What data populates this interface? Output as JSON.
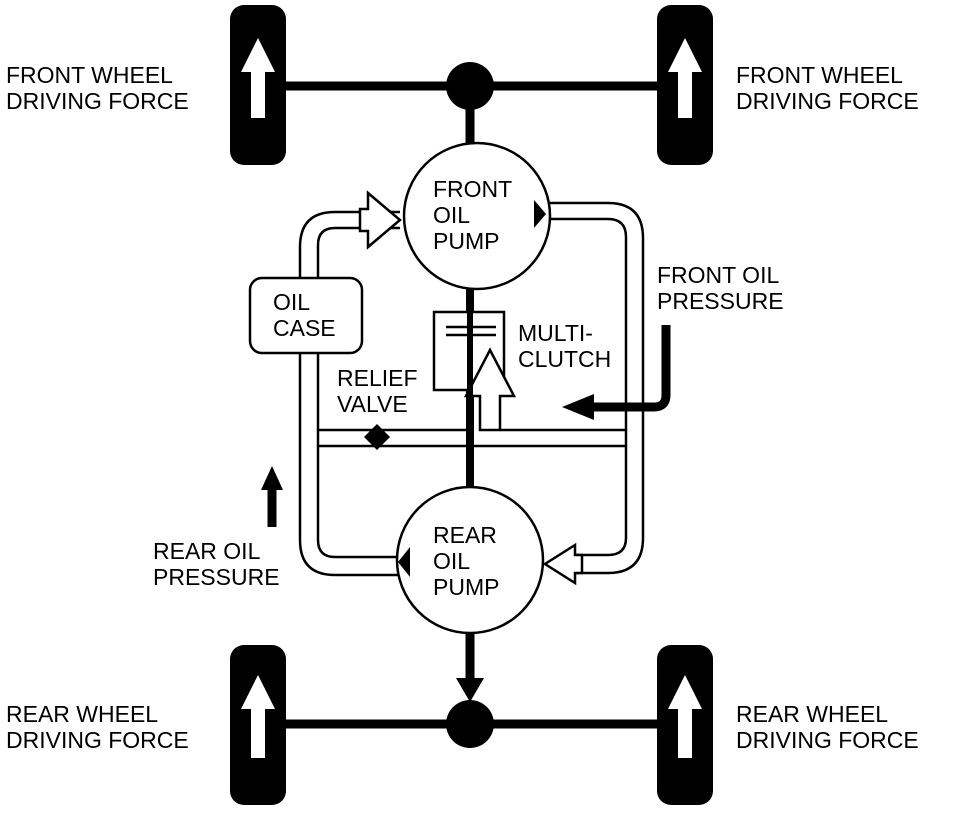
{
  "labels": {
    "front_left": [
      "FRONT WHEEL",
      "DRIVING FORCE"
    ],
    "front_right": [
      "FRONT WHEEL",
      "DRIVING FORCE"
    ],
    "rear_left": [
      "REAR WHEEL",
      "DRIVING FORCE"
    ],
    "rear_right": [
      "REAR WHEEL",
      "DRIVING FORCE"
    ],
    "front_pump": [
      "FRONT",
      "OIL",
      "PUMP"
    ],
    "rear_pump": [
      "REAR",
      "OIL",
      "PUMP"
    ],
    "oil_case": [
      "OIL",
      "CASE"
    ],
    "relief_valve": [
      "RELIEF",
      "VALVE"
    ],
    "multi_clutch": [
      "MULTI-",
      "CLUTCH"
    ],
    "front_oil_pressure": [
      "FRONT OIL",
      "PRESSURE"
    ],
    "rear_oil_pressure": [
      "REAR OIL",
      "PRESSURE"
    ]
  }
}
